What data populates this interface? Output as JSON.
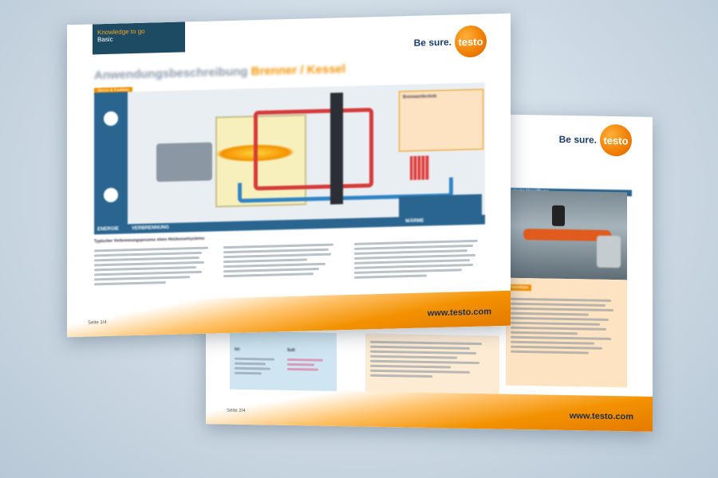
{
  "brand": {
    "slogan": "Be sure.",
    "logo_text": "testo",
    "url": "www.testo.com",
    "accent": "#f39200",
    "navy": "#1e4b64"
  },
  "front": {
    "badge": {
      "title": "Knowledge to go",
      "subtitle": "Basic"
    },
    "title": "Anwendungsbeschreibung",
    "title_accent": "Brenner / Kessel",
    "section_label": "Skizze & Funktion",
    "sidebar_note_title": "Brennwerttechnik",
    "legend_bottom": [
      "ENERGIE",
      "VERBRENNUNG",
      "WÄRME"
    ],
    "text_heading": "Typischer Verbrennungsprozess eines Heizkesselsystems",
    "page_number": "Seite 1/4"
  },
  "back": {
    "section_label": "Typische Messöffnung",
    "tips_label": "Praxistipps",
    "table_left": {
      "col_a": "Ist:",
      "col_b": "Soll:"
    },
    "page_number": "Seite 2/4"
  }
}
